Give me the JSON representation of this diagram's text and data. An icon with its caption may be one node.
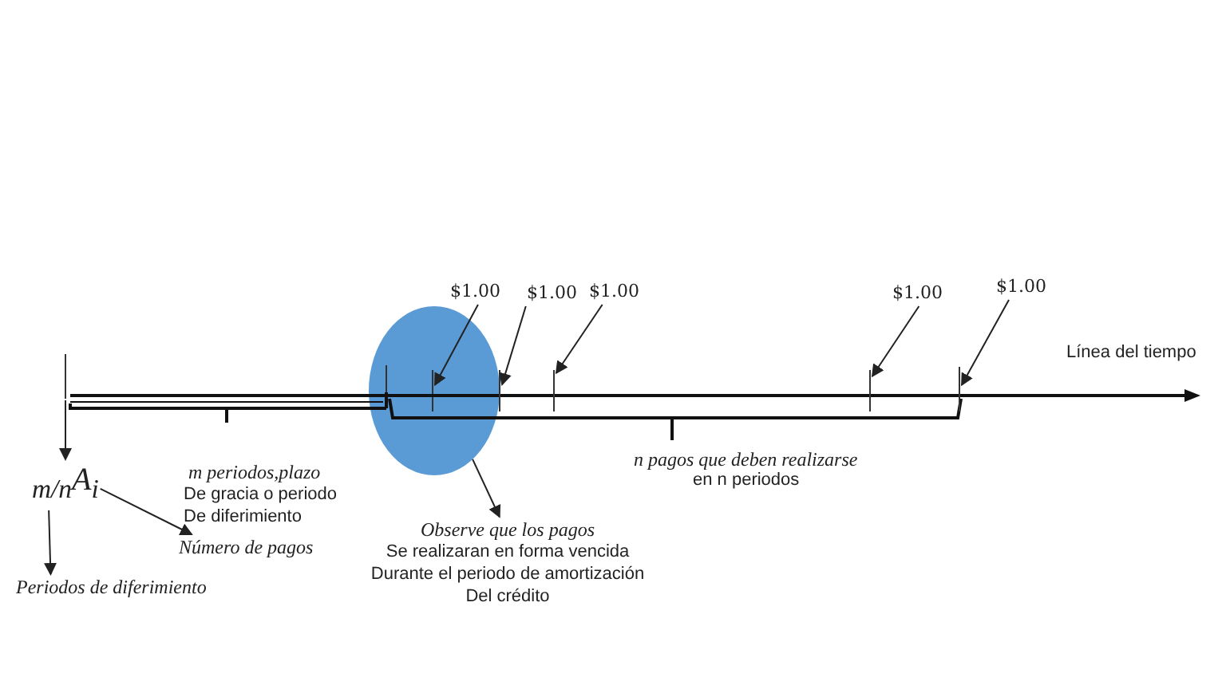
{
  "diagram": {
    "nodes": [
      {
        "text": [
          "$1.00"
        ]
      },
      {
        "text": [
          "$1.00"
        ]
      },
      {
        "text": [
          "$1.00"
        ]
      },
      {
        "text": [
          "$1.00"
        ]
      },
      {
        "text": [
          "$1.00"
        ]
      },
      {
        "text": [],
        "shape": "bar"
      },
      {
        "text": [],
        "shape": "circle"
      },
      {
        "text": [],
        "shape": "bar",
        "in": 6
      },
      {
        "text": [],
        "shape": "bar"
      },
      {
        "text": [],
        "shape": "bar"
      },
      {
        "text": [],
        "shape": "bar"
      },
      {
        "text": [],
        "shape": "bar"
      },
      {
        "text": [
          "Observe que los pagos",
          "Se realizaran en forma vencida Durante el periodo de amortización Del crédito"
        ]
      },
      {
        "text": [
          "$_{m/n}$A$_{i}$"
        ]
      },
      {
        "text": [
          "Número de pagos"
        ]
      },
      {
        "text": [
          "Periodos de diferimiento"
        ]
      }
    ],
    "edges": [
      {
        "from": 0,
        "to": 7,
        "arrow": "to"
      },
      {
        "from": 1,
        "to": 8,
        "arrow": "to"
      },
      {
        "from": 2,
        "to": 9,
        "arrow": "to"
      },
      {
        "from": 3,
        "to": 10,
        "arrow": "to"
      },
      {
        "from": 4,
        "to": 11,
        "arrow": "to"
      },
      {
        "from": 5,
        "to": 13,
        "arrow": "to"
      },
      {
        "from": 13,
        "to": 14,
        "arrow": "to"
      },
      {
        "from": 13,
        "to": 15,
        "arrow": "to"
      },
      {
        "from": 6,
        "to": 12,
        "arrow": "to"
      }
    ],
    "labels": [
      "Línea del tiempo",
      "m periodos,plazo",
      "De gracia o periodo De diferimiento",
      "n pagos que deben realizarse",
      "en n periodos"
    ]
  }
}
